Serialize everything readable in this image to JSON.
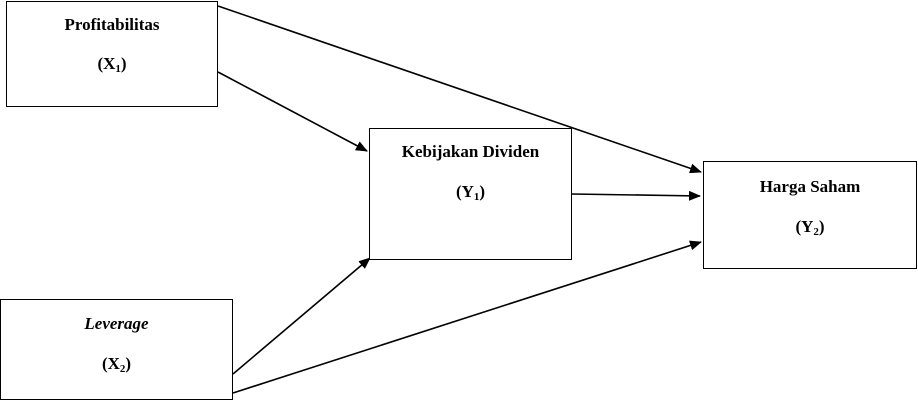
{
  "diagram": {
    "nodes": {
      "x1": {
        "title": "Profitabilitas",
        "code_letter": "X",
        "code_sub": "1"
      },
      "y1": {
        "title": "Kebijakan Dividen",
        "code_letter": "Y",
        "code_sub": "1"
      },
      "y2": {
        "title": "Harga Saham",
        "code_letter": "Y",
        "code_sub": "2"
      },
      "x2": {
        "title": "Leverage",
        "code_letter": "X",
        "code_sub": "2",
        "italic": true
      }
    },
    "edges": [
      {
        "from": "x1",
        "to": "y1"
      },
      {
        "from": "x1",
        "to": "y2"
      },
      {
        "from": "y1",
        "to": "y2"
      },
      {
        "from": "x2",
        "to": "y1"
      },
      {
        "from": "x2",
        "to": "y2"
      }
    ],
    "colors": {
      "stroke": "#000000",
      "background": "#ffffff"
    }
  }
}
